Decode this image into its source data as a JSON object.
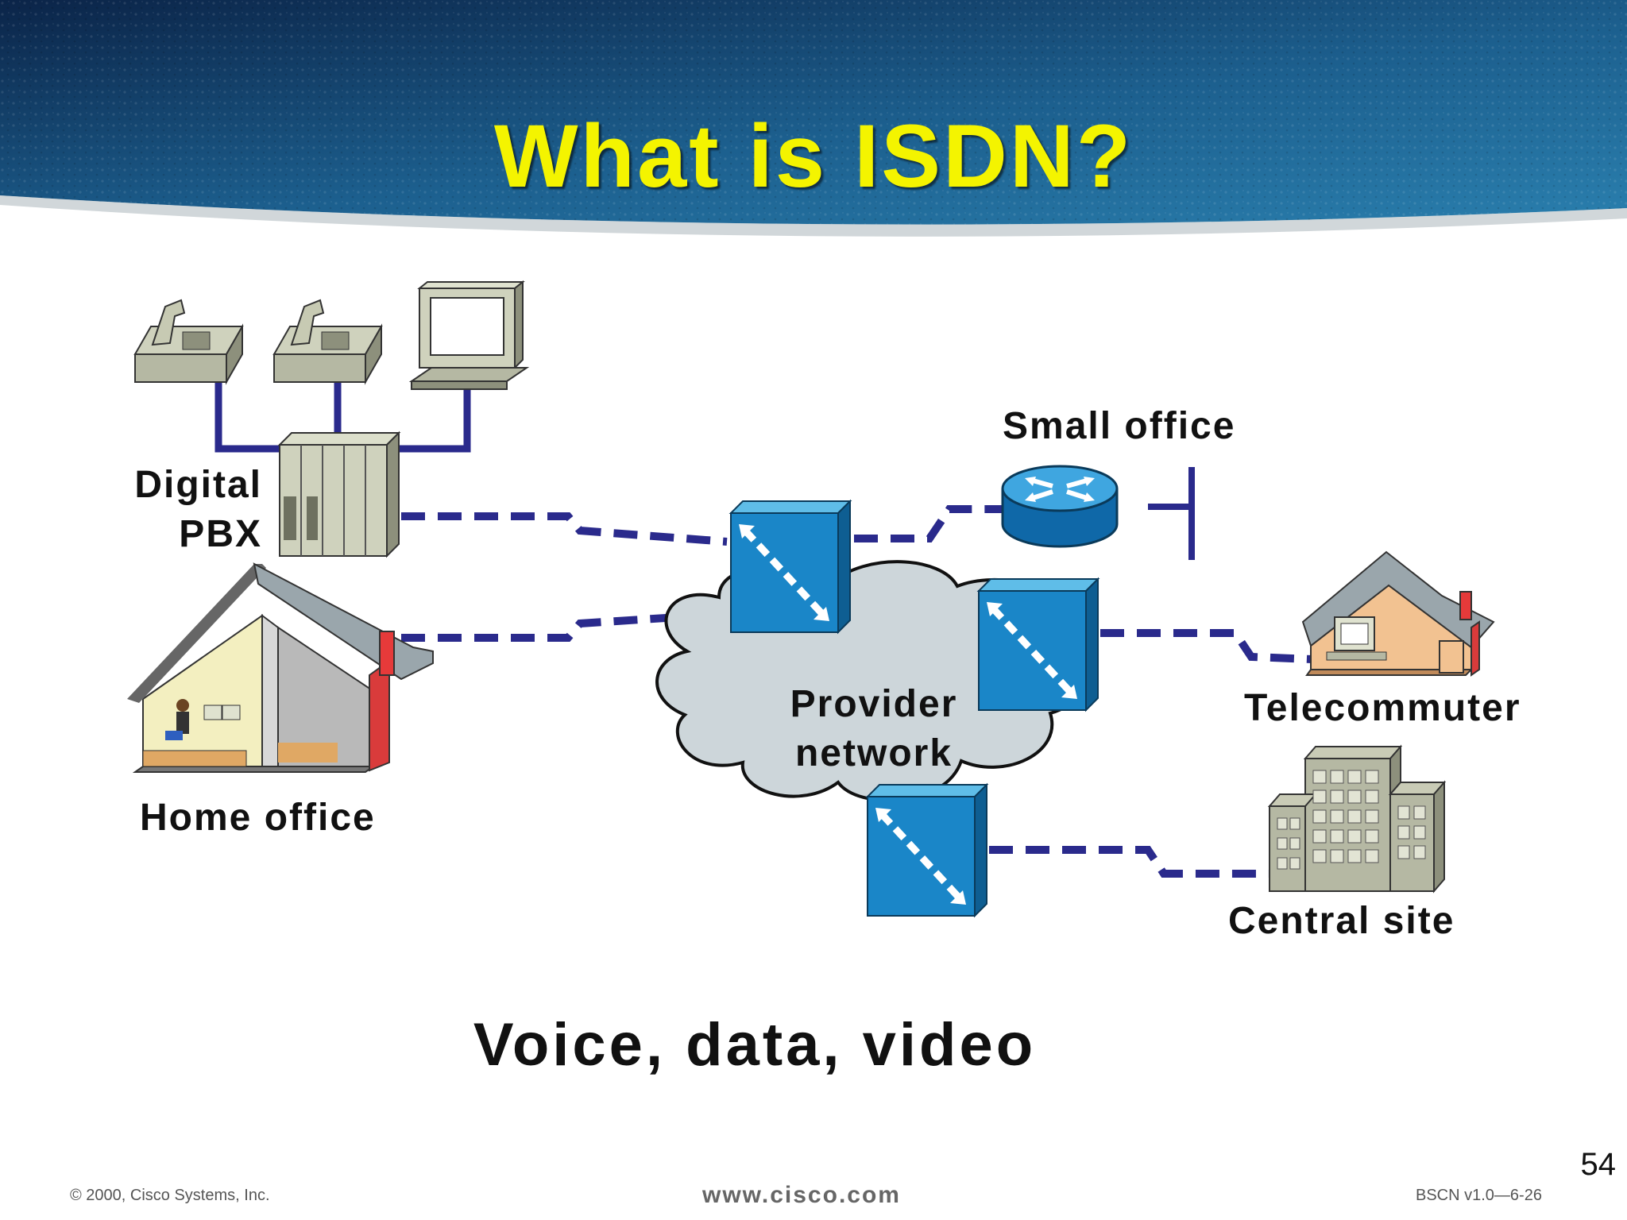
{
  "title": "What is ISDN?",
  "labels": {
    "digital_pbx": [
      "Digital",
      "PBX"
    ],
    "small_office": "Small office",
    "home_office": "Home office",
    "provider_network": [
      "Provider",
      "network"
    ],
    "telecommuter": "Telecommuter",
    "central_site": "Central site"
  },
  "tagline": "Voice, data, video",
  "footer": {
    "copyright": "© 2000, Cisco Systems, Inc.",
    "website": "www.cisco.com",
    "course_code": "BSCN v1.0—6-26",
    "slide_number": "54"
  },
  "colors": {
    "title": "#f4f400",
    "header_dark": "#0b2448",
    "header_light": "#2a7fae",
    "switch_blue": "#1a86c8",
    "dash_blue": "#2a2a8c",
    "cloud_gray": "#cdd6da"
  },
  "icons": [
    "telephone-icon",
    "computer-terminal-icon",
    "pbx-icon",
    "router-icon",
    "isdn-switch-icon",
    "house-icon",
    "office-building-icon",
    "cloud-icon"
  ]
}
